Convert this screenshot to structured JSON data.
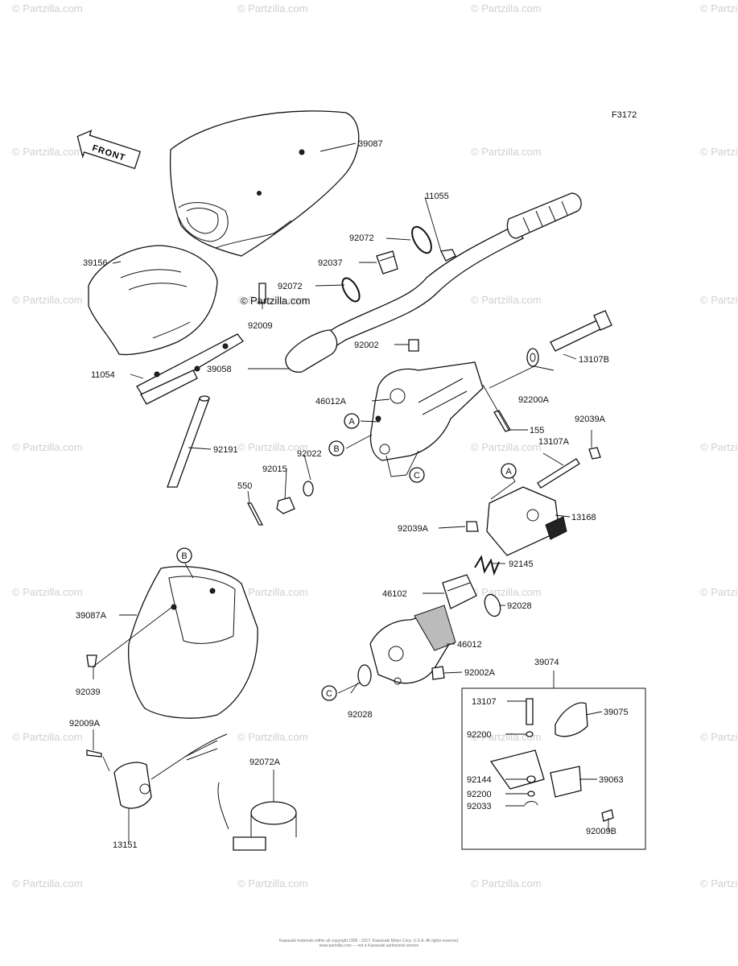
{
  "figure_code": "F3172",
  "front_label": "FRONT",
  "watermark_text": "© Partzilla.com",
  "watermark_prefix": "©",
  "watermark_name": "Partzilla.com",
  "copyright": [
    "Kawasaki materials within all copyright 1995 - 2017, Kawasaki Motor Corp. U.S.A. All rights reserved.",
    "www.partzilla.com — not a Kawasaki authorized service"
  ],
  "part_numbers": {
    "p39087": "39087",
    "p39156": "39156",
    "p11055": "11055",
    "p92072_top": "92072",
    "p92037": "92037",
    "p92072_mid": "92072",
    "p92009": "92009",
    "p11054": "11054",
    "p92002": "92002",
    "p39058": "39058",
    "p13107B": "13107B",
    "p46012A": "46012A",
    "p92200A": "92200A",
    "p155": "155",
    "p92039A_top": "92039A",
    "p13107A": "13107A",
    "p92191": "92191",
    "p92022": "92022",
    "p92015": "92015",
    "p550": "550",
    "p13168": "13168",
    "p92039A_bot": "92039A",
    "p92145": "92145",
    "p46102": "46102",
    "p92028_top": "92028",
    "p39087A": "39087A",
    "p46012": "46012",
    "p92002A": "92002A",
    "p92039": "92039",
    "p92028_bot": "92028",
    "p39074": "39074",
    "p13107": "13107",
    "p39075": "39075",
    "p92200_top": "92200",
    "p39063": "39063",
    "p92144": "92144",
    "p92200_bot": "92200",
    "p92033": "92033",
    "p92009B": "92009B",
    "p92009A": "92009A",
    "p92072A": "92072A",
    "p13151": "13151"
  },
  "callouts": {
    "A1": "A",
    "B1": "B",
    "C1": "C",
    "A2": "A",
    "B2": "B",
    "C2": "C"
  }
}
